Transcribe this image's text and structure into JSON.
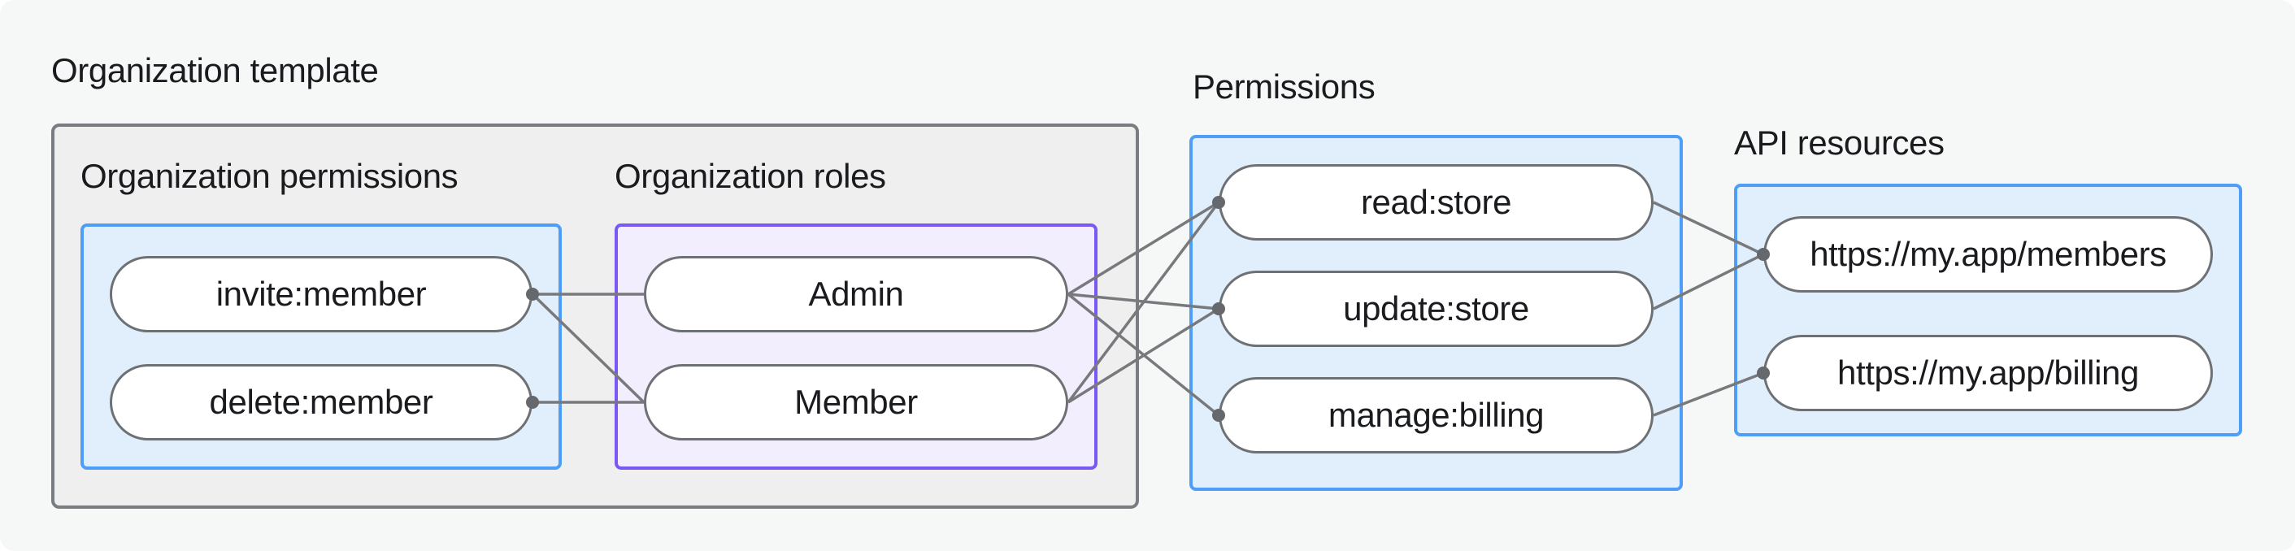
{
  "diagram": {
    "title": "Organization template",
    "sections": [
      {
        "id": "org-permissions",
        "label": "Organization permissions",
        "theme": "blue",
        "nodes": [
          {
            "id": "invite-member",
            "label": "invite:member"
          },
          {
            "id": "delete-member",
            "label": "delete:member"
          }
        ]
      },
      {
        "id": "org-roles",
        "label": "Organization roles",
        "theme": "purple",
        "nodes": [
          {
            "id": "admin",
            "label": "Admin"
          },
          {
            "id": "member",
            "label": "Member"
          }
        ]
      },
      {
        "id": "permissions",
        "label": "Permissions",
        "theme": "blue",
        "nodes": [
          {
            "id": "read-store",
            "label": "read:store"
          },
          {
            "id": "update-store",
            "label": "update:store"
          },
          {
            "id": "manage-billing",
            "label": "manage:billing"
          }
        ]
      },
      {
        "id": "api-resources",
        "label": "API resources",
        "theme": "blue",
        "nodes": [
          {
            "id": "members-api",
            "label": "https://my.app/members"
          },
          {
            "id": "billing-api",
            "label": "https://my.app/billing"
          }
        ]
      }
    ],
    "edges": [
      {
        "from": "invite-member",
        "to": "admin"
      },
      {
        "from": "invite-member",
        "to": "member"
      },
      {
        "from": "delete-member",
        "to": "member"
      },
      {
        "from": "admin",
        "to": "read-store"
      },
      {
        "from": "admin",
        "to": "update-store"
      },
      {
        "from": "admin",
        "to": "manage-billing"
      },
      {
        "from": "member",
        "to": "read-store"
      },
      {
        "from": "member",
        "to": "update-store"
      },
      {
        "from": "read-store",
        "to": "members-api"
      },
      {
        "from": "update-store",
        "to": "members-api"
      },
      {
        "from": "manage-billing",
        "to": "billing-api"
      }
    ],
    "dots": [
      {
        "node": "invite-member",
        "side": "right"
      },
      {
        "node": "delete-member",
        "side": "right"
      },
      {
        "node": "read-store",
        "side": "left"
      },
      {
        "node": "update-store",
        "side": "left"
      },
      {
        "node": "manage-billing",
        "side": "left"
      },
      {
        "node": "members-api",
        "side": "left"
      },
      {
        "node": "billing-api",
        "side": "left"
      }
    ],
    "colors": {
      "page_bg": "#f6f7f7",
      "group_bg": "#efefef",
      "group_border": "#797c80",
      "blue_bg": "#e1effc",
      "blue_border": "#4e9ef7",
      "purple_bg": "#f3eefd",
      "purple_border": "#7958f3",
      "pill_bg": "#ffffff",
      "pill_border": "#6e7174",
      "edge": "#77797d",
      "dot": "#65686c",
      "text": "#191b1e"
    }
  }
}
